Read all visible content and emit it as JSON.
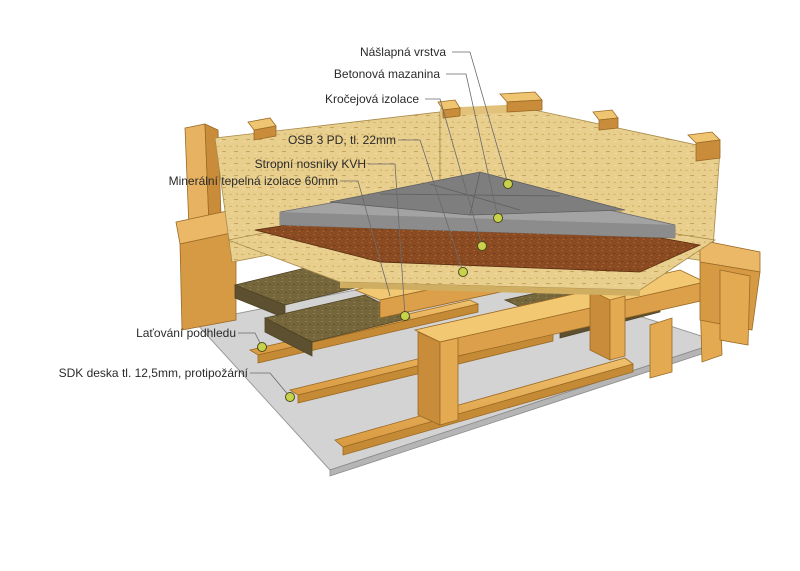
{
  "labels": {
    "naslapna": "Nášlapná vrstva",
    "betonova": "Betonová mazanina",
    "krocejova": "Kročejová izolace",
    "osb": "OSB 3 PD, tl. 22mm",
    "nosniky": "Stropní nosníky KVH",
    "mineralni": "Minerální tepelná izolace 60mm",
    "latovani": "Laťování podhledu",
    "sdk": "SDK deska tl. 12,5mm, protipožární"
  },
  "colors": {
    "wood": "#e6b25a",
    "wood_dark": "#b97f2c",
    "osb": "#e9cf8e",
    "mineral": "#7a6a3e",
    "cork": "#8a4b22",
    "concrete": "#9c9c9c",
    "top_layer": "#7d7d7d",
    "sdk": "#cfcfcf",
    "marker": "#c8d24a"
  }
}
